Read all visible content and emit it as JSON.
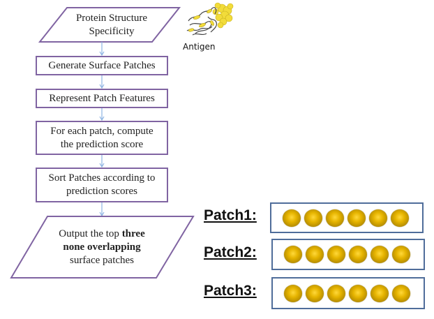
{
  "flowchart": {
    "input": {
      "line1": "Protein Structure",
      "line2": "Specificity"
    },
    "steps": [
      {
        "label": "Generate Surface Patches"
      },
      {
        "label": "Represent Patch Features"
      },
      {
        "line1": "For each patch, compute",
        "line2": "the prediction score"
      },
      {
        "line1": "Sort Patches according to",
        "line2": "prediction scores"
      }
    ],
    "output": {
      "prefix": "Output the top ",
      "bold1": "three",
      "bold2": "none overlapping",
      "suffix": "surface patches"
    }
  },
  "antigen": {
    "label": "Antigen",
    "icon": "protein-structure-icon"
  },
  "patches": [
    {
      "label": "Patch1:",
      "residues": 6
    },
    {
      "label": "Patch2:",
      "residues": 6
    },
    {
      "label": "Patch3:",
      "residues": 6
    }
  ],
  "colors": {
    "flow_border": "#8064a2",
    "arrow": "#8db3e2",
    "patch_border": "#4f6d9a",
    "residue": "#e6b400"
  }
}
